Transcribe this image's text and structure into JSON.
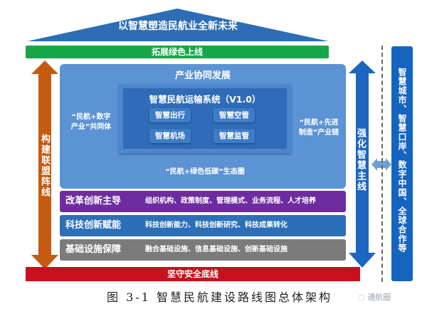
{
  "roof": {
    "title": "以智慧塑造民航业全新未来",
    "color": "#2d6db5"
  },
  "top_bar": {
    "label": "拓展绿色上线",
    "color": "#19a64a"
  },
  "left_arrow": {
    "label": "构建联盟阵线",
    "color": "#c55a11",
    "direction": "both"
  },
  "right_arrow": {
    "label": "强化智慧主线",
    "color": "#1b66bf",
    "direction": "down"
  },
  "main_panel": {
    "title": "产业协同发展",
    "left_note": [
      "“民航+数字",
      "产业”共同体"
    ],
    "right_note": [
      "“民航+先进",
      "制造”产业链"
    ],
    "bottom_note": "“民航+绿色低碳”生态圈",
    "system": {
      "title": "智慧民航运输系统（V1.0）",
      "modules": [
        "智慧出行",
        "智慧空管",
        "智慧机场",
        "智慧监管"
      ]
    }
  },
  "bands": [
    {
      "label": "改革创新主导",
      "content": "组织机构、政策制度、管理模式、业务流程、人才培养",
      "color": "#6f2ca0"
    },
    {
      "label": "科技创新赋能",
      "content": "科技创新能力、科技创新研究、科技成果转化",
      "color": "#2c6fb8"
    },
    {
      "label": "基础设施保障",
      "content": "融合基础设施、信息基础设施、创新基础设施",
      "color": "#7b7b7b"
    }
  ],
  "bottom_bar": {
    "label": "坚守安全底线",
    "color": "#c8101e"
  },
  "external_box": {
    "label": "智慧城市、智慧口岸、数字中国、全球合作等",
    "color": "#1565c0"
  },
  "caption": "图 3-1 智慧民航建设路线图总体架构",
  "watermark": "通航圈"
}
